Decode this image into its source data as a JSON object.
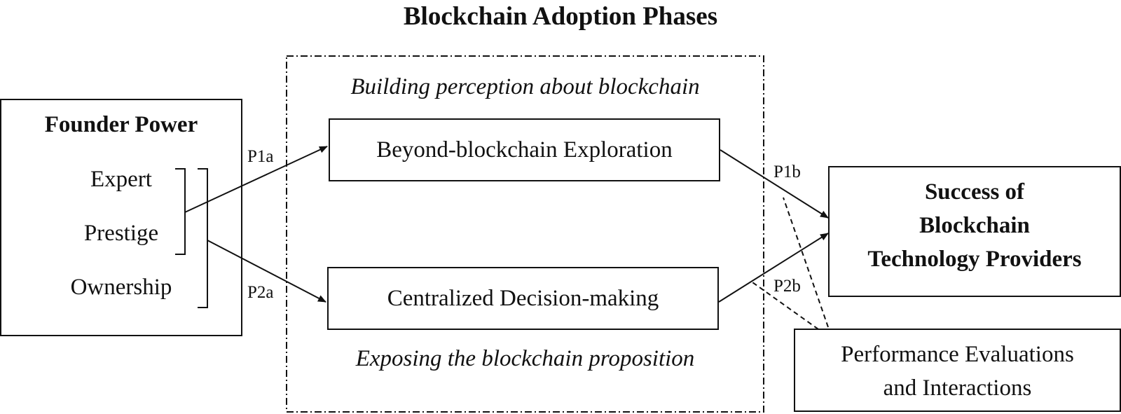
{
  "title": "Blockchain Adoption Phases",
  "founder": {
    "heading": "Founder Power",
    "items": [
      "Expert",
      "Prestige",
      "Ownership"
    ]
  },
  "phases": {
    "top_caption": "Building perception about blockchain",
    "bottom_caption": "Exposing the blockchain proposition",
    "box_top": "Beyond-blockchain Exploration",
    "box_bottom": "Centralized Decision-making"
  },
  "outcome": {
    "lines": [
      "Success of",
      "Blockchain",
      "Technology Providers"
    ]
  },
  "moderator": {
    "lines": [
      "Performance Evaluations",
      "and Interactions"
    ]
  },
  "paths": {
    "p1a": "P1a",
    "p2a": "P2a",
    "p1b": "P1b",
    "p2b": "P2b"
  },
  "colors": {
    "ink": "#111111",
    "background": "#ffffff"
  }
}
